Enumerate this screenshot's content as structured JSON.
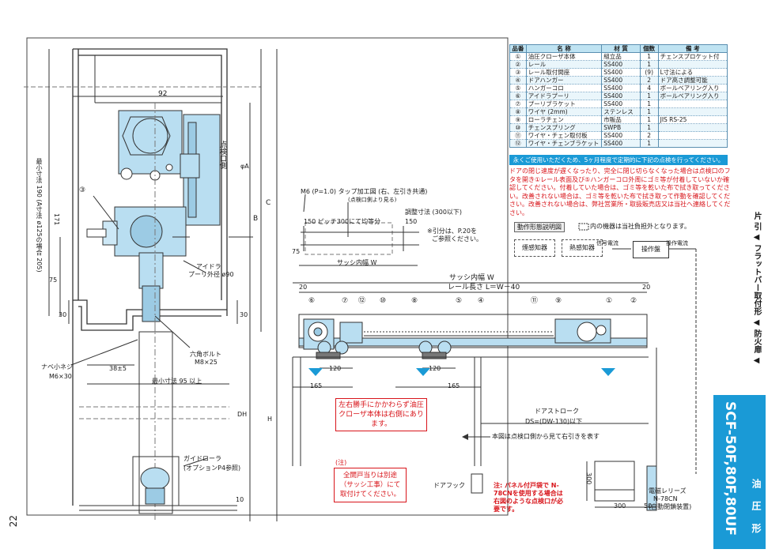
{
  "page_number": "22",
  "side_tab": {
    "model": "SCF-50F,80F,80UF",
    "tag": "油 圧 形",
    "category": "片 引 ◀ フラットバー取付形 ◀ 防火扉 ◀"
  },
  "parts_table": {
    "headers": [
      "品番",
      "名 称",
      "材 質",
      "個数",
      "備 考"
    ],
    "rows": [
      [
        "①",
        "油圧クローザ本体",
        "組立品",
        "1",
        "チェンスプロケット付"
      ],
      [
        "②",
        "レール",
        "SS400",
        "1",
        ""
      ],
      [
        "③",
        "レール取付間座",
        "SS400",
        "(9)",
        "L寸法による"
      ],
      [
        "④",
        "ドアハンガー",
        "SS400",
        "2",
        "ドア高さ調整可能"
      ],
      [
        "⑤",
        "ハンガーコロ",
        "SS400",
        "4",
        "ボールベアリング入り"
      ],
      [
        "⑥",
        "アイドラプーリ",
        "SS400",
        "1",
        "ボールベアリング入り"
      ],
      [
        "⑦",
        "プーリブラケット",
        "SS400",
        "1",
        ""
      ],
      [
        "⑧",
        "ワイヤ (2mm)",
        "ステンレス",
        "1",
        ""
      ],
      [
        "⑨",
        "ローラチェン",
        "市販品",
        "1",
        "JIS RS-25"
      ],
      [
        "⑩",
        "チェンスプリング",
        "SWPB",
        "1",
        ""
      ],
      [
        "⑪",
        "ワイヤ・チェン取付板",
        "SS400",
        "2",
        ""
      ],
      [
        "⑫",
        "ワイヤ・チェンブラケット",
        "SS400",
        "1",
        ""
      ]
    ]
  },
  "notice_bar": "永くご使用いただくため、5ヶ月程度で定期的に下記の点検を行ってください。",
  "notice_text": "ドアの閉じ速度が遅くなったり、完全に閉じ切らなくなった場合は点検口のフタを開き①レール表面及び⑤ハンガーコロ外周にゴミ等が付着していないか確認してください。付着していた場合は、ゴミ等を乾いた布で拭き取ってください。改善されない場合は、ゴミ等を乾いた布で拭き取って作動を確認してください。改善されない場合は、弊社営業所・取扱販売店又は当社へ連絡してください。",
  "flow": {
    "title": "動作形態説明図",
    "legend": "内の機器は当社負担外となります。",
    "box1": "煙感知器",
    "box2": "熱感知器",
    "label_signal": "信号電流",
    "box3": "操作盤",
    "label_op": "操作電流"
  },
  "top_view": {
    "dim_92": "92",
    "label_check": "点検口側",
    "label_phiA": "φA",
    "label_B": "B",
    "label_C": "C",
    "dim_171": "171",
    "dim_75": "75",
    "dim_30a": "30",
    "dim_30b": "30",
    "side_note": "最小寸法 190 (A寸法 ø125の場合 205)",
    "idler_label": "アイドラ",
    "idler_label2": "プーリ外径 ø90",
    "bolt_label": "六角ボルト",
    "bolt_size": "M8×25",
    "screw_label": "ナベ小ネジ",
    "screw_size": "M6×30",
    "dim_38": "38±5",
    "dim_min95": "最小寸法 95 以上",
    "label_DH": "DH",
    "label_H": "H",
    "guide_label": "ガイドローラ",
    "guide_note": "(オプションP4参照)",
    "dim_10": "10"
  },
  "tap_view": {
    "title": "M6 (P=1.0) タップ加工図 (右、左引き共通)",
    "subtitle": "(点検口側より見る)",
    "adjust": "調整寸法 (300以下)",
    "pitch": "150 ピッチ300にて均等分",
    "dim_150": "150",
    "dim_75": "75",
    "sash": "サッシ内幅 W",
    "ref": "※引分は、P.20を",
    "ref2": "ご参照ください。"
  },
  "rail_view": {
    "sash": "サッシ内幅 W",
    "rail": "レール長さ L＝W－40",
    "dim_20a": "20",
    "dim_20b": "20",
    "dim_120a": "120",
    "dim_120b": "120",
    "dim_165a": "165",
    "dim_165b": "165",
    "n6": "⑥",
    "n7": "⑦",
    "n12": "⑫",
    "n10": "⑩",
    "n8": "⑧",
    "n5": "⑤",
    "n4": "④",
    "n11": "⑪",
    "n9": "⑨",
    "n1": "①",
    "n2": "②",
    "n3": "③"
  },
  "notes": {
    "box_main": "左右勝手にかかわらず油圧クローザ本体は右側にあります。",
    "stroke": "ドアストローク",
    "ds": "DS=(DW-130)以下",
    "view_note": "本図は点検口側から見て右引きを表す",
    "attention": "(注)",
    "attention_box": "全開戸当りは別途（サッシ工事）にて取付けてください。",
    "door_hook": "ドアフック",
    "panel_note": "注: パネル付戸袋で N-78CNを使用する場合は右図のような点検口が必要です。",
    "dim_300v": "300",
    "dim_300h": "300",
    "dim_50": "50",
    "magnet": "電磁レリーズ",
    "magnet_model": "N-78CN",
    "magnet_note": "(自動閉鎖装置)"
  },
  "colors": {
    "accent_blue": "#1a9ad6",
    "light_blue": "#bfe3f2",
    "machine_blue": "#b9def1",
    "warning_red": "#d8141a"
  }
}
